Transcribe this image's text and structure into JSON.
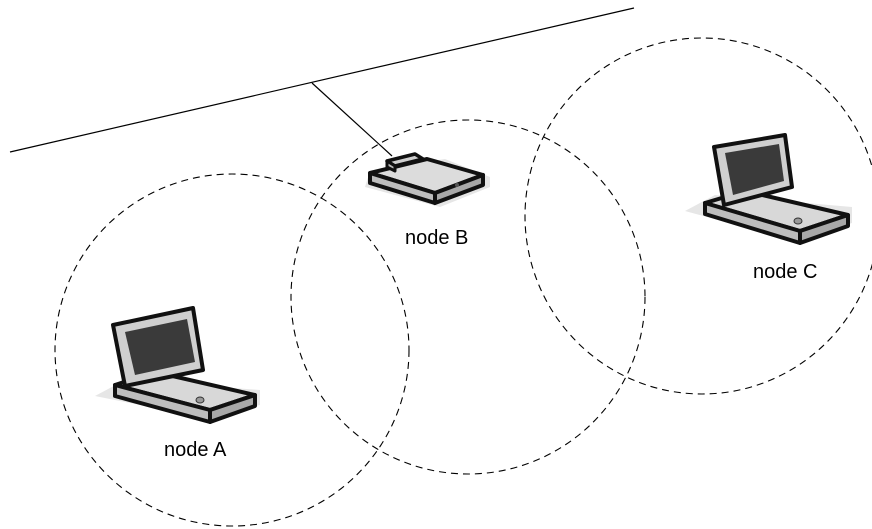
{
  "nodes": [
    {
      "id": "node-a",
      "label": "node A",
      "device": "laptop-icon"
    },
    {
      "id": "node-b",
      "label": "node B",
      "device": "access-point-icon"
    },
    {
      "id": "node-c",
      "label": "node C",
      "device": "laptop-icon"
    }
  ],
  "connections": [
    {
      "from": "node-b",
      "to": "wired-backbone",
      "style": "solid"
    }
  ],
  "coverage_ranges": {
    "style": "dashed",
    "around": [
      "node-a",
      "node-b",
      "node-c"
    ]
  },
  "colors": {
    "background": "#ffffff",
    "line": "#000000",
    "device_outline": "#111111",
    "device_body": "#d8d8d8",
    "device_screen": "#3a3a3a",
    "shadow": "#e6e6e6"
  }
}
